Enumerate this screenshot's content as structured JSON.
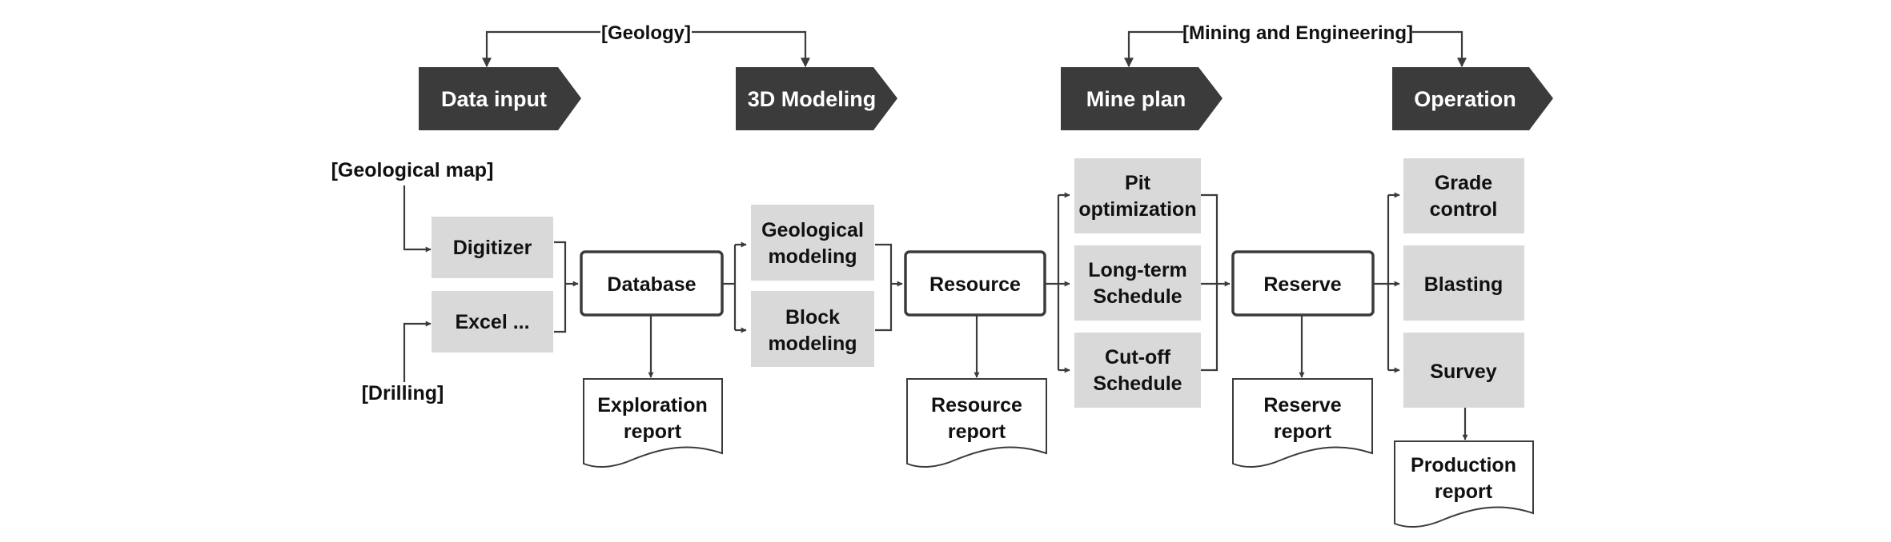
{
  "groups": {
    "geology": "[Geology]",
    "mining": "[Mining and Engineering]"
  },
  "stages": {
    "data_input": "Data input",
    "modeling_3d": "3D Modeling",
    "mine_plan": "Mine plan",
    "operation": "Operation"
  },
  "sources": {
    "geological_map": "[Geological map]",
    "drilling": "[Drilling]"
  },
  "nodes": {
    "digitizer": "Digitizer",
    "excel": "Excel ...",
    "database": "Database",
    "geological_modeling": [
      "Geological",
      "modeling"
    ],
    "block_modeling": [
      "Block",
      "modeling"
    ],
    "resource": "Resource",
    "pit_optimization": [
      "Pit",
      "optimization"
    ],
    "long_term_schedule": [
      "Long-term",
      "Schedule"
    ],
    "cutoff_schedule": [
      "Cut-off",
      "Schedule"
    ],
    "reserve": "Reserve",
    "grade_control": [
      "Grade",
      "control"
    ],
    "blasting": "Blasting",
    "survey": "Survey"
  },
  "reports": {
    "exploration": [
      "Exploration",
      "report"
    ],
    "resource": [
      "Resource",
      "report"
    ],
    "reserve": [
      "Reserve",
      "report"
    ],
    "production": [
      "Production",
      "report"
    ]
  },
  "colors": {
    "header_fill": "#3b3b3b",
    "process_fill": "#d9d9d9",
    "line": "#3b3b3b"
  }
}
